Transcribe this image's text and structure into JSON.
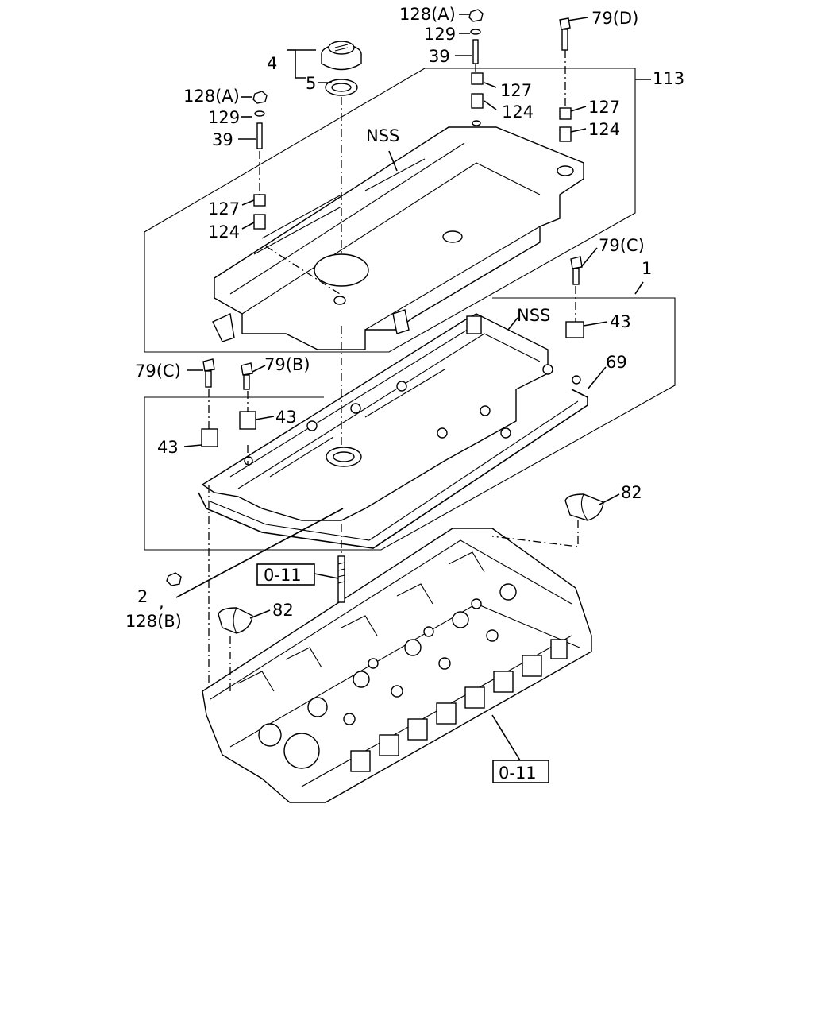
{
  "labels": {
    "l128a_top": "128(A)",
    "l129_top": "129",
    "l39_top": "39",
    "l79d": "79(D)",
    "l4": "4",
    "l5": "5",
    "l113": "113",
    "l128a_left": "128(A)",
    "l129_left": "129",
    "l39_left": "39",
    "l127_center": "127",
    "l124_center": "124",
    "l127_right": "127",
    "l124_right": "124",
    "lnss_top": "NSS",
    "l127_left": "127",
    "l124_left": "124",
    "l79c_right": "79(C)",
    "l1": "1",
    "lnss_mid": "NSS",
    "l43_right": "43",
    "l69": "69",
    "l79c_left": "79(C)",
    "l79b": "79(B)",
    "l43_mid": "43",
    "l43_left": "43",
    "l82_right": "82",
    "l82_left": "82",
    "l2": "2",
    "lcomma": ",",
    "l128b": "128(B)"
  },
  "references": {
    "ref_upper": "0-11",
    "ref_lower": "0-11"
  }
}
